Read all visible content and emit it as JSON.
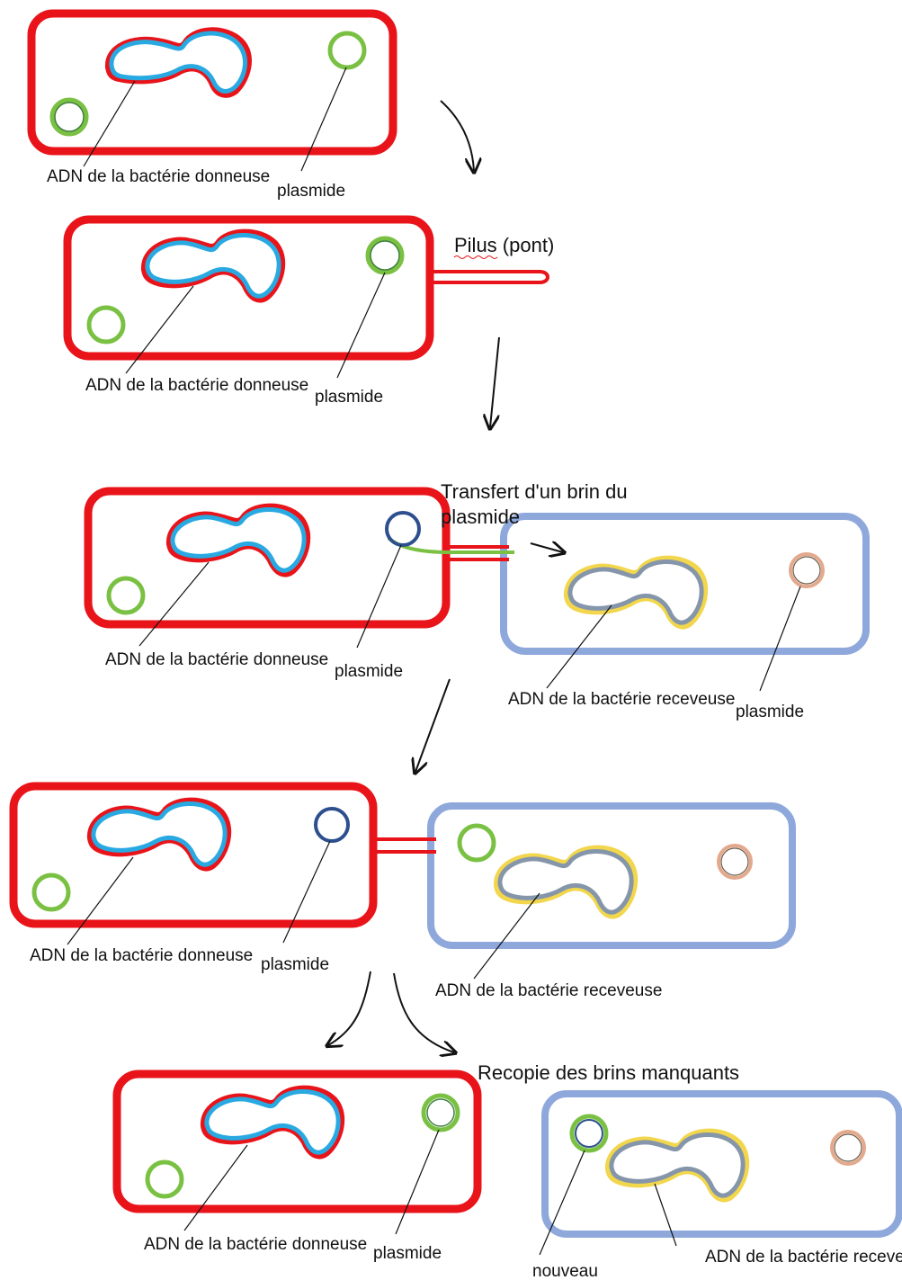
{
  "labels": {
    "donor_dna": "ADN de la bactérie donneuse",
    "recipient_dna": "ADN de la bactérie receveuse",
    "plasmid": "plasmide",
    "pilus": "Pilus (pont)",
    "transfer_line1": "Transfert d'un brin du",
    "transfer_line2": "plasmide",
    "copy": "Recopie des brins manquants",
    "new_label": "nouveau"
  },
  "colors": {
    "donor_membrane": "#e8141a",
    "recipient_membrane": "#8fa8dc",
    "donor_dna_outer": "#e8141a",
    "donor_dna_inner": "#29a9e1",
    "recipient_dna_outer": "#f2d64c",
    "recipient_dna_inner": "#8696aa",
    "plasmid_green": "#7ac143",
    "plasmid_dark_green": "#3f7f3f",
    "plasmid_blue": "#2d4f8e",
    "plasmid_pink": "#e3a98c"
  }
}
